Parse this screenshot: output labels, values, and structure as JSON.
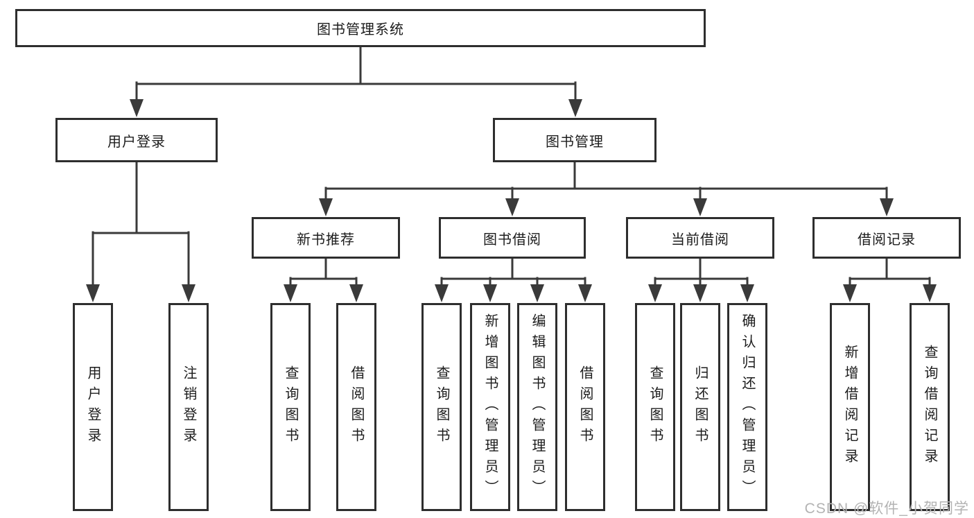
{
  "diagram": {
    "title": "图书管理系统",
    "watermark": "CSDN @软件_小贺同学",
    "level1": [
      "用户登录",
      "图书管理"
    ],
    "level2": [
      "新书推荐",
      "图书借阅",
      "当前借阅",
      "借阅记录"
    ],
    "leaves": {
      "user_login": [
        "用户登录",
        "注销登录"
      ],
      "new_book_rec": [
        "查询图书",
        "借阅图书"
      ],
      "book_borrow": [
        "查询图书",
        "新增图书（管理员）",
        "编辑图书（管理员）",
        "借阅图书"
      ],
      "current_borrow": [
        "查询图书",
        "归还图书",
        "确认归还（管理员）"
      ],
      "borrow_record": [
        "新增借阅记录",
        "查询借阅记录"
      ]
    }
  },
  "colors": {
    "line": "#3a3a3a",
    "box_border": "#2e2e2e",
    "text": "#1c1c1c",
    "watermark": "#b3b3b3",
    "background": "#ffffff"
  }
}
